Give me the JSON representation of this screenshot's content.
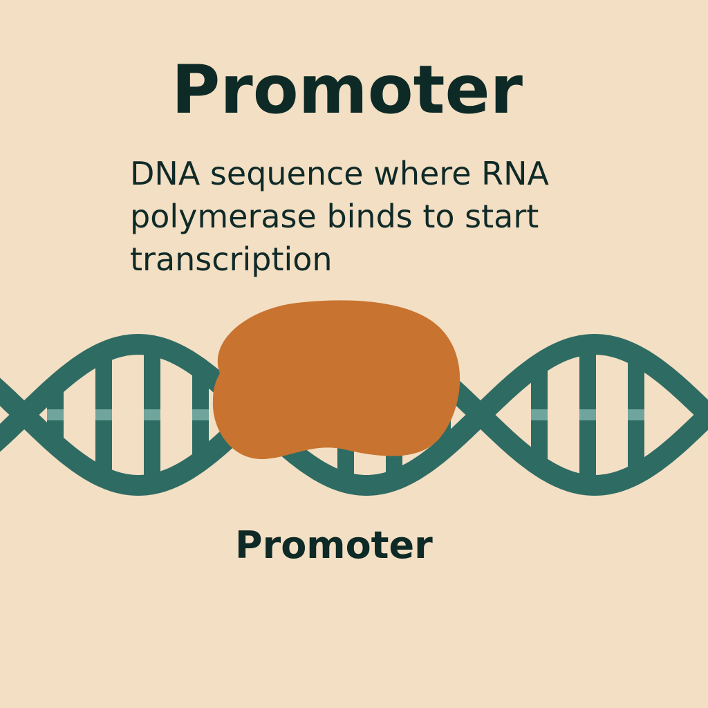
{
  "heading": "Promoter",
  "description_lines": [
    "DNA sequence where RNA",
    "polymerase binds to start",
    "transcription"
  ],
  "region_label": "Promoter",
  "colors": {
    "background": "#f3dfc4",
    "dna_strand": "#2e6b63",
    "base_pair": "#2e6b63",
    "base_pair_highlight": "#6fa59c",
    "polymerase": "#c8732f",
    "text": "#0d2a26"
  }
}
